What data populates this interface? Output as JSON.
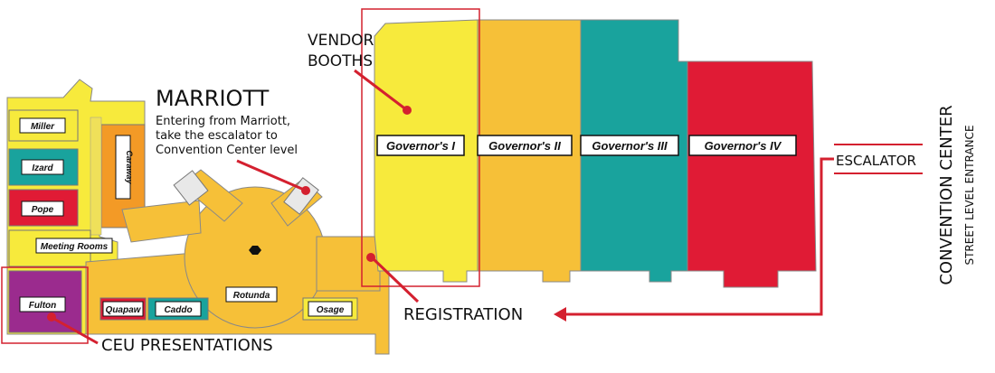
{
  "colors": {
    "yellow": "#f7ea3c",
    "gold": "#f6c038",
    "teal": "#19a39d",
    "red": "#e01b35",
    "orange": "#f39a26",
    "purple": "#9b2b8e",
    "pointer": "#d4202f"
  },
  "halls": {
    "gov1": "Governor's I",
    "gov2": "Governor's II",
    "gov3": "Governor's III",
    "gov4": "Governor's IV"
  },
  "rooms": {
    "miller": "Miller",
    "izard": "Izard",
    "pope": "Pope",
    "meeting": "Meeting Rooms",
    "fulton": "Fulton",
    "quapaw": "Quapaw",
    "caddo": "Caddo",
    "rotunda": "Rotunda",
    "osage": "Osage",
    "caraway": "Caraway"
  },
  "annotations": {
    "vendor_line1": "VENDOR",
    "vendor_line2": "BOOTHS",
    "marriott_title": "MARRIOTT",
    "marriott_line1": "Entering from Marriott,",
    "marriott_line2": "take the escalator to",
    "marriott_line3": "Convention Center level",
    "escalator": "ESCALATOR",
    "registration": "REGISTRATION",
    "ceu": "CEU PRESENTATIONS",
    "convention_center": "CONVENTION CENTER",
    "street_entrance": "STREET LEVEL ENTRANCE"
  }
}
